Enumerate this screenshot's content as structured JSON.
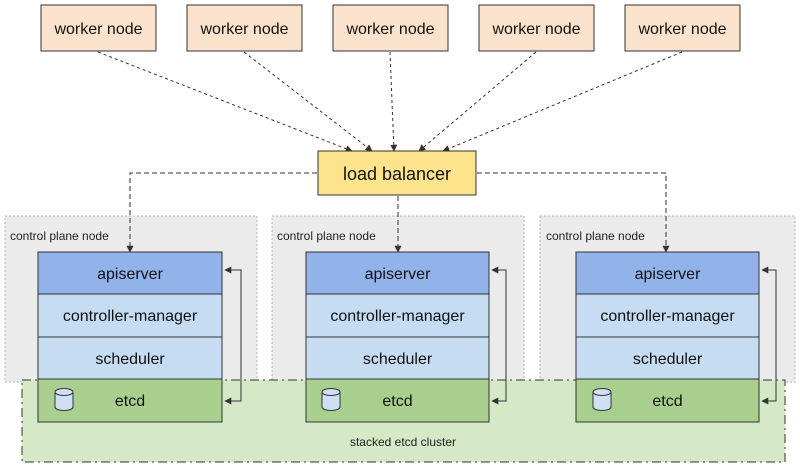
{
  "workers": [
    {
      "label": "worker node"
    },
    {
      "label": "worker node"
    },
    {
      "label": "worker node"
    },
    {
      "label": "worker node"
    },
    {
      "label": "worker node"
    }
  ],
  "load_balancer": {
    "label": "load balancer"
  },
  "control_planes": [
    {
      "label": "control plane node",
      "components": {
        "apiserver": "apiserver",
        "controller_manager": "controller-manager",
        "scheduler": "scheduler",
        "etcd": "etcd"
      }
    },
    {
      "label": "control plane node",
      "components": {
        "apiserver": "apiserver",
        "controller_manager": "controller-manager",
        "scheduler": "scheduler",
        "etcd": "etcd"
      }
    },
    {
      "label": "control plane node",
      "components": {
        "apiserver": "apiserver",
        "controller_manager": "controller-manager",
        "scheduler": "scheduler",
        "etcd": "etcd"
      }
    }
  ],
  "etcd_cluster": {
    "label": "stacked etcd cluster"
  },
  "colors": {
    "worker_fill": "#fbe2cc",
    "load_balancer_fill": "#fde38b",
    "plane_fill": "#ebebeb",
    "apiserver_fill": "#92b3ea",
    "component_fill": "#c5dcf2",
    "etcd_fill": "#a9cf8e",
    "cluster_fill": "#d6e9c6",
    "line": "#333333"
  }
}
